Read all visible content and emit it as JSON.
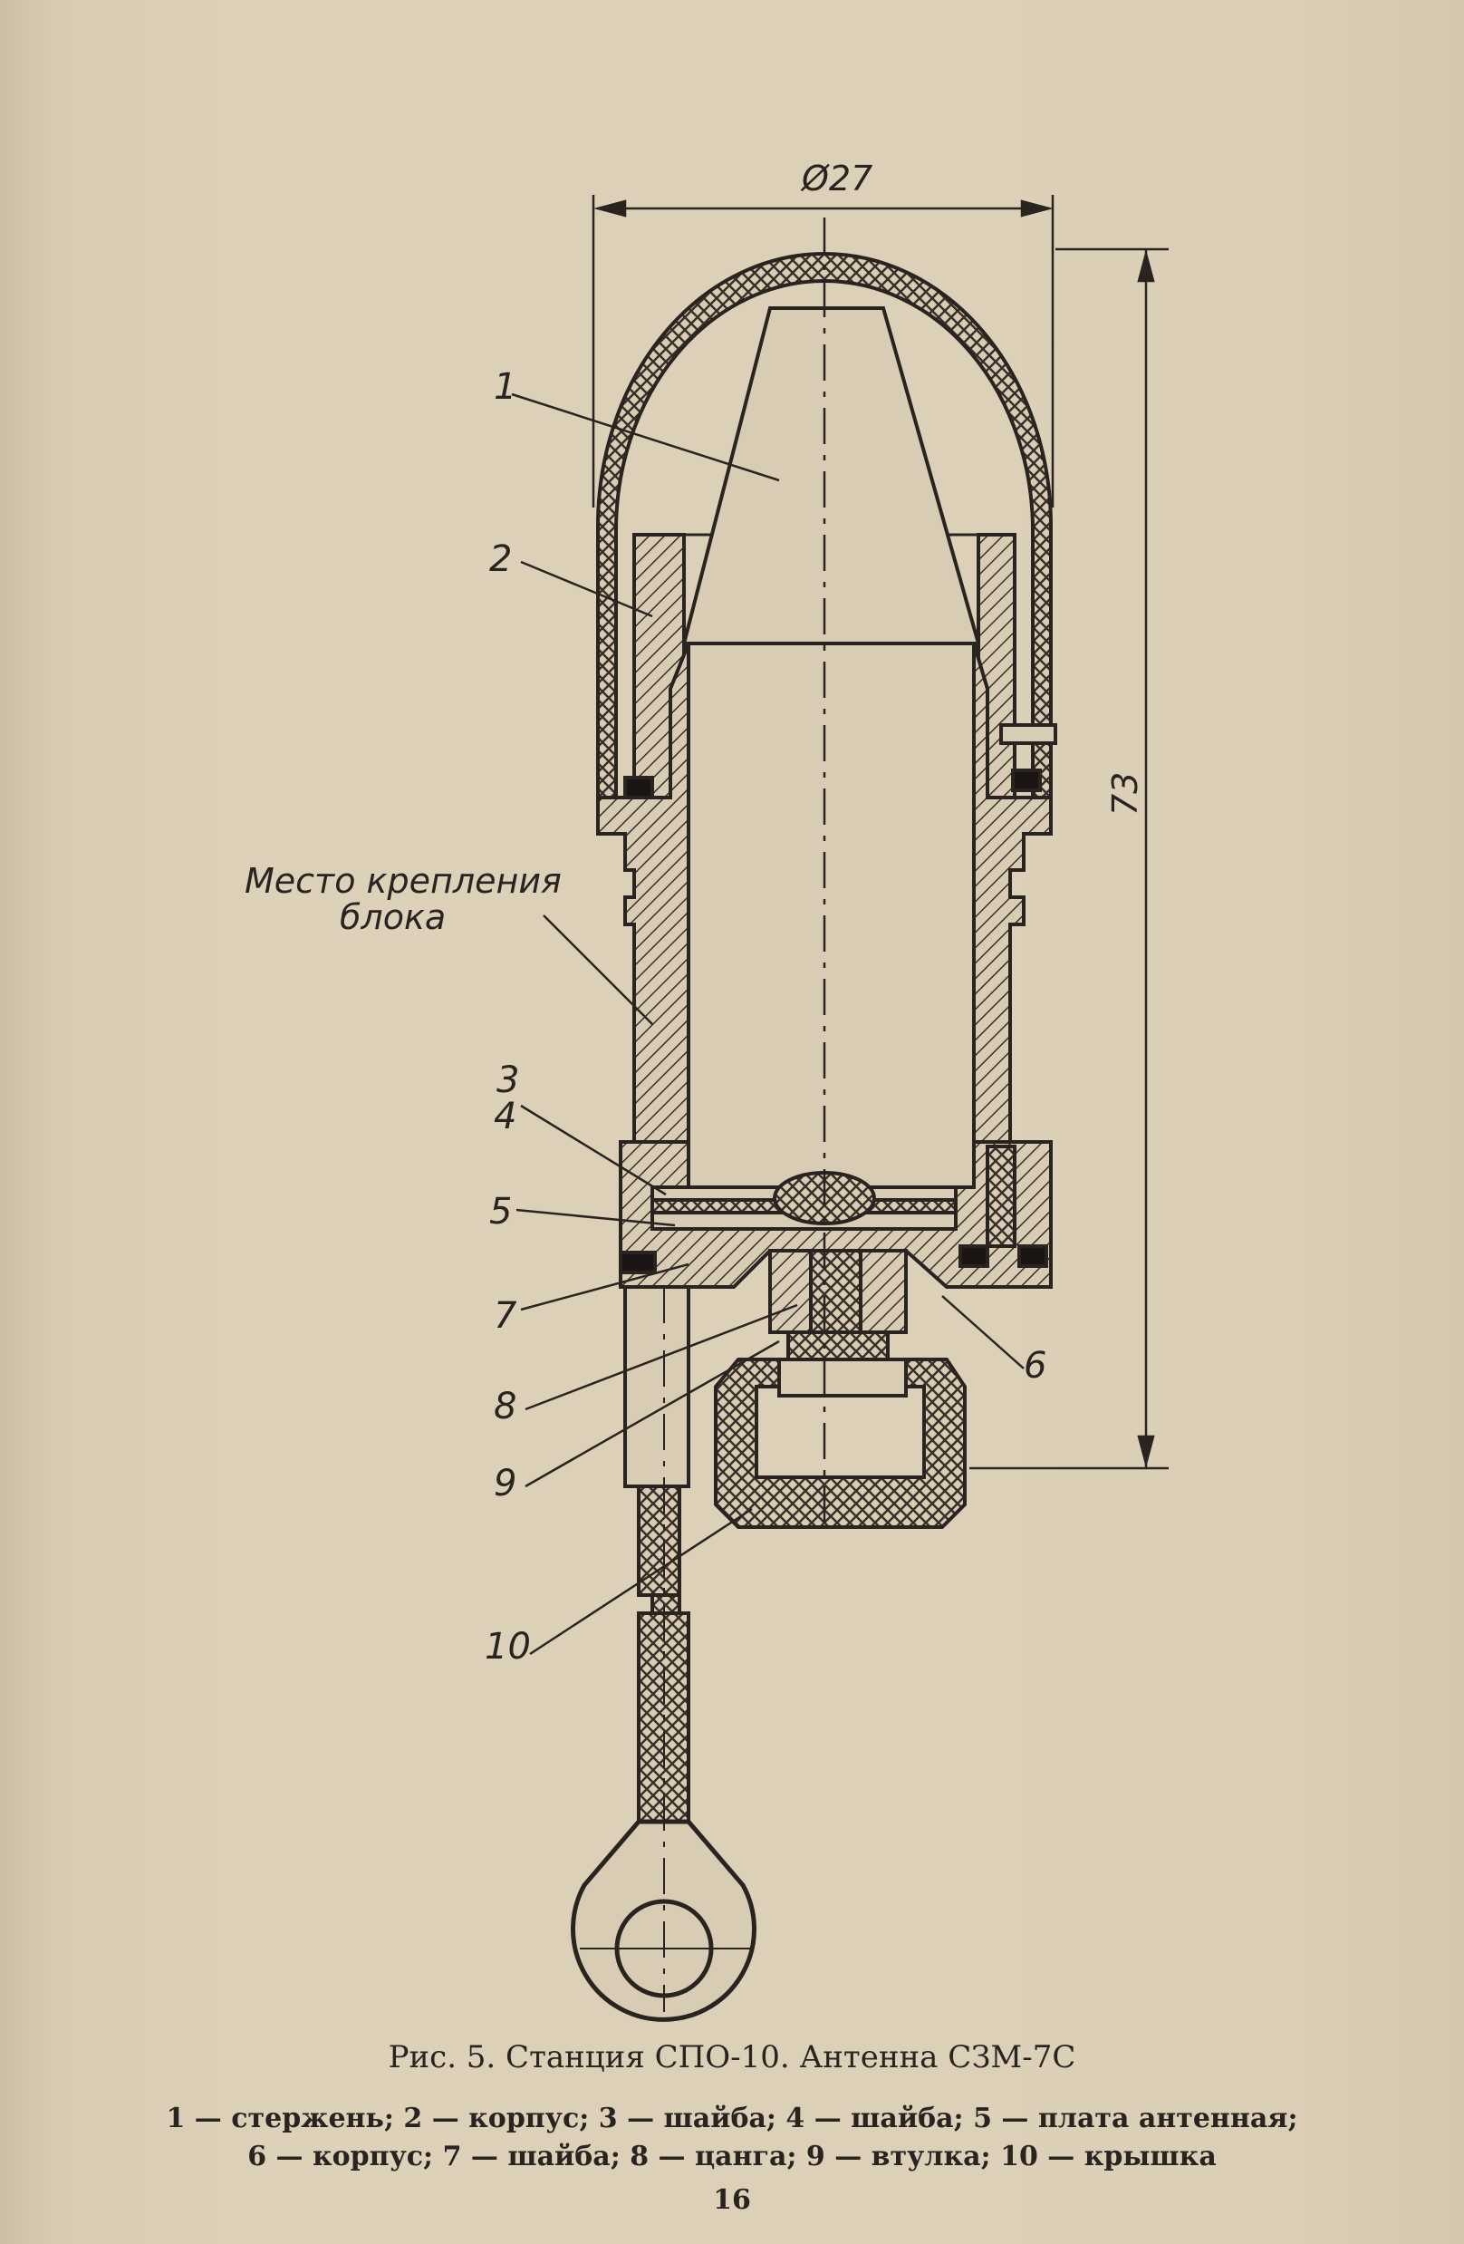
{
  "diagram": {
    "dimensions": {
      "diameter": "Ø27",
      "height": "73"
    },
    "mount_label": {
      "line1": "Место крепления",
      "line2": "блока"
    },
    "callouts": [
      "1",
      "2",
      "3",
      "4",
      "5",
      "6",
      "7",
      "8",
      "9",
      "10"
    ]
  },
  "caption": {
    "title": "Рис. 5. Станция СПО-10. Антенна СЗМ-7С",
    "legend_line1": "1 — стержень;   2 — корпус;   3 — шайба;   4 — шайба;   5 — плата   антенная;",
    "legend_line2": "6 — корпус;  7 — шайба;  8 — цанга;  9 — втулка;  10 — крышка"
  },
  "page_number": "16"
}
